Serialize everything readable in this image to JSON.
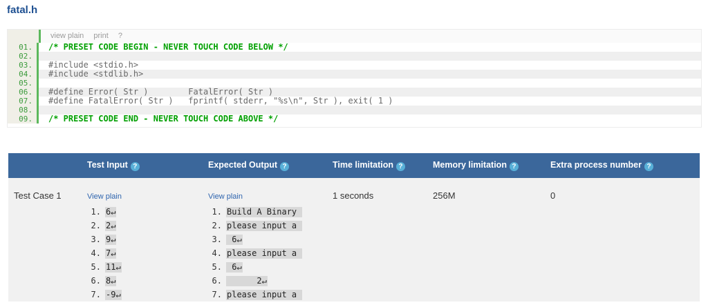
{
  "page": {
    "title": "fatal.h"
  },
  "colors": {
    "title_blue": "#1d4f91",
    "header_bg": "#3b679b",
    "help_icon_blue": "#58b0d8",
    "gutter_green_border": "#5cb85c",
    "comment_green": "#00a000",
    "highlight_gray": "#d8d8d8",
    "body_gray": "#f1f1f1"
  },
  "code_viewer": {
    "toolbar": [
      {
        "label": "view plain"
      },
      {
        "label": "print"
      },
      {
        "label": "?"
      }
    ],
    "lines": [
      {
        "num": "01.",
        "text": "/* PRESET CODE BEGIN - NEVER TOUCH CODE BELOW */",
        "type": "comment"
      },
      {
        "num": "02.",
        "text": "",
        "type": "code"
      },
      {
        "num": "03.",
        "text": "#include <stdio.h>",
        "type": "code"
      },
      {
        "num": "04.",
        "text": "#include <stdlib.h>",
        "type": "code"
      },
      {
        "num": "05.",
        "text": "",
        "type": "code"
      },
      {
        "num": "06.",
        "text": "#define Error( Str )        FatalError( Str )",
        "type": "code"
      },
      {
        "num": "07.",
        "text": "#define FatalError( Str )   fprintf( stderr, \"%s\\n\", Str ), exit( 1 )",
        "type": "code"
      },
      {
        "num": "08.",
        "text": "",
        "type": "code"
      },
      {
        "num": "09.",
        "text": "/* PRESET CODE END - NEVER TOUCH CODE ABOVE */",
        "type": "comment"
      }
    ]
  },
  "table": {
    "help_glyph": "?",
    "return_symbol": "↵",
    "headers": [
      {
        "label": "Test Input"
      },
      {
        "label": "Expected Output"
      },
      {
        "label": "Time limitation"
      },
      {
        "label": "Memory limitation"
      },
      {
        "label": "Extra process number"
      }
    ],
    "row": {
      "label": "Test Case 1",
      "input": {
        "view_plain": "View plain",
        "lines": [
          {
            "num": "1.",
            "text": "6",
            "ret": true
          },
          {
            "num": "2.",
            "text": "2",
            "ret": true
          },
          {
            "num": "3.",
            "text": "9",
            "ret": true
          },
          {
            "num": "4.",
            "text": "7",
            "ret": true
          },
          {
            "num": "5.",
            "text": "11",
            "ret": true
          },
          {
            "num": "6.",
            "text": "8",
            "ret": true
          },
          {
            "num": "7.",
            "text": "-9",
            "ret": true
          }
        ]
      },
      "expected": {
        "view_plain": "View plain",
        "lines": [
          {
            "num": "1.",
            "text": "Build A Binary",
            "ret": false,
            "truncated": true
          },
          {
            "num": "2.",
            "text": "please input a",
            "ret": false,
            "truncated": true
          },
          {
            "num": "3.",
            "text": " 6",
            "ret": true
          },
          {
            "num": "4.",
            "text": "please input a",
            "ret": false,
            "truncated": true
          },
          {
            "num": "5.",
            "text": " 6",
            "ret": true
          },
          {
            "num": "6.",
            "text": "      2",
            "ret": true
          },
          {
            "num": "7.",
            "text": "please input a",
            "ret": false,
            "truncated": true
          }
        ]
      },
      "time": "1 seconds",
      "memory": "256M",
      "extra": "0"
    }
  }
}
